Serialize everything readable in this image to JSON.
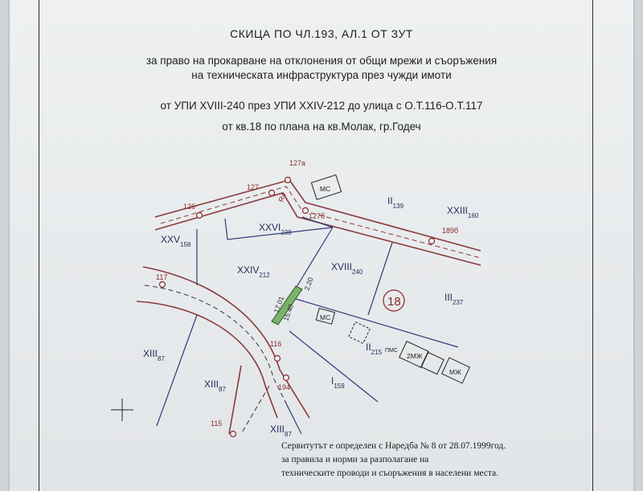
{
  "header": {
    "title": "СКИЦА ПО ЧЛ.193, АЛ.1 ОТ ЗУТ",
    "line1": "за право на прокарване на отклонения от общи мрежи и съоръжения",
    "line2": "на техническата инфраструктура през чужди имоти",
    "line3": "от УПИ XVIII-240 през УПИ XXIV-212  до улица с О.Т.116-О.Т.117",
    "line4": "от кв.18 по плана на кв.Молак, гр.Годеч"
  },
  "plan": {
    "points": [
      "127а",
      "127",
      "126",
      "127б",
      "189б",
      "117",
      "116",
      "194",
      "115"
    ],
    "parcels": [
      {
        "num": "XXV",
        "sub": "158"
      },
      {
        "num": "XXVI",
        "sub": "238"
      },
      {
        "num": "XXIV",
        "sub": "212"
      },
      {
        "num": "XVIII",
        "sub": "240"
      },
      {
        "num": "II",
        "sub": "139"
      },
      {
        "num": "XXIII",
        "sub": "160"
      },
      {
        "num": "III",
        "sub": "237"
      },
      {
        "num": "XIII",
        "sub": "87"
      },
      {
        "num": "XIII",
        "sub": "87"
      },
      {
        "num": "XIII",
        "sub": "87"
      },
      {
        "num": "I",
        "sub": "159"
      },
      {
        "num": "II",
        "sub": "215"
      }
    ],
    "block": "18",
    "buildings": [
      "МС",
      "МС",
      "ПМС",
      "2МЖ",
      "МЖ"
    ],
    "dims": [
      "17.01",
      "2.20",
      "15.40"
    ],
    "road_mark": "R4"
  },
  "footer": {
    "note1": "Сервитутът е определен с Наредба № 8 от 28.07.1999год.",
    "note2": "за правила и норми за разполагане на",
    "note3": "техническите проводи и съоръжения в населени места."
  }
}
